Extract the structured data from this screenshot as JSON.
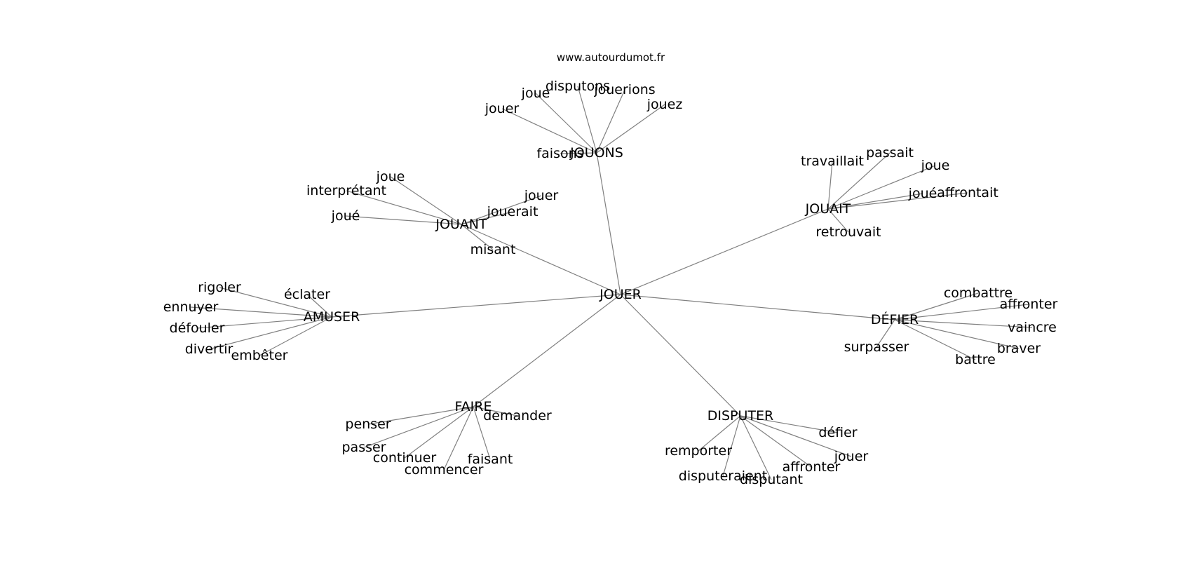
{
  "title": "www.autourdumot.fr",
  "graph": {
    "root": "JOUER",
    "nodes": [
      {
        "id": "jouer_root",
        "label": "JOUER",
        "level": 0
      },
      {
        "id": "jouons",
        "label": "JOUONS",
        "level": 1
      },
      {
        "id": "jouait",
        "label": "JOUAIT",
        "level": 1
      },
      {
        "id": "jouant",
        "label": "JOUANT",
        "level": 1
      },
      {
        "id": "amuser",
        "label": "AMUSER",
        "level": 1
      },
      {
        "id": "defier",
        "label": "DÉFIER",
        "level": 1
      },
      {
        "id": "faire",
        "label": "FAIRE",
        "level": 1
      },
      {
        "id": "disputer",
        "label": "DISPUTER",
        "level": 1
      },
      {
        "id": "jouons_faisons",
        "label": "faisons",
        "level": 2
      },
      {
        "id": "jouons_jouer",
        "label": "jouer",
        "level": 2
      },
      {
        "id": "jouons_joue",
        "label": "joue",
        "level": 2
      },
      {
        "id": "jouons_disputons",
        "label": "disputons",
        "level": 2
      },
      {
        "id": "jouons_jouerions",
        "label": "jouerions",
        "level": 2
      },
      {
        "id": "jouons_jouez",
        "label": "jouez",
        "level": 2
      },
      {
        "id": "jouait_travaillait",
        "label": "travaillait",
        "level": 2
      },
      {
        "id": "jouait_passait",
        "label": "passait",
        "level": 2
      },
      {
        "id": "jouait_joue",
        "label": "joue",
        "level": 2
      },
      {
        "id": "jouait_joua",
        "label": "joué",
        "level": 2
      },
      {
        "id": "jouait_affrontait",
        "label": "affrontait",
        "level": 2
      },
      {
        "id": "jouait_retrouvait",
        "label": "retrouvait",
        "level": 2
      },
      {
        "id": "jouant_joue",
        "label": "joue",
        "level": 2
      },
      {
        "id": "jouant_interpretant",
        "label": "interprétant",
        "level": 2
      },
      {
        "id": "jouant_joue2",
        "label": "joué",
        "level": 2
      },
      {
        "id": "jouant_jouer",
        "label": "jouer",
        "level": 2
      },
      {
        "id": "jouant_jouerait",
        "label": "jouerait",
        "level": 2
      },
      {
        "id": "jouant_misant",
        "label": "misant",
        "level": 2
      },
      {
        "id": "amuser_rigoler",
        "label": "rigoler",
        "level": 2
      },
      {
        "id": "amuser_eclater",
        "label": "éclater",
        "level": 2
      },
      {
        "id": "amuser_ennuyer",
        "label": "ennuyer",
        "level": 2
      },
      {
        "id": "amuser_defouler",
        "label": "défouler",
        "level": 2
      },
      {
        "id": "amuser_divertir",
        "label": "divertir",
        "level": 2
      },
      {
        "id": "amuser_embeter",
        "label": "embêter",
        "level": 2
      },
      {
        "id": "defier_combattre",
        "label": "combattre",
        "level": 2
      },
      {
        "id": "defier_affronter",
        "label": "affronter",
        "level": 2
      },
      {
        "id": "defier_vaincre",
        "label": "vaincre",
        "level": 2
      },
      {
        "id": "defier_braver",
        "label": "braver",
        "level": 2
      },
      {
        "id": "defier_battre",
        "label": "battre",
        "level": 2
      },
      {
        "id": "defier_surpasser",
        "label": "surpasser",
        "level": 2
      },
      {
        "id": "faire_penser",
        "label": "penser",
        "level": 2
      },
      {
        "id": "faire_demander",
        "label": "demander",
        "level": 2
      },
      {
        "id": "faire_passer",
        "label": "passer",
        "level": 2
      },
      {
        "id": "faire_continuer",
        "label": "continuer",
        "level": 2
      },
      {
        "id": "faire_commencer",
        "label": "commencer",
        "level": 2
      },
      {
        "id": "faire_faisant",
        "label": "faisant",
        "level": 2
      },
      {
        "id": "disputer_remporter",
        "label": "remporter",
        "level": 2
      },
      {
        "id": "disputer_disputeraient",
        "label": "disputeraient",
        "level": 2
      },
      {
        "id": "disputer_disputant",
        "label": "disputant",
        "level": 2
      },
      {
        "id": "disputer_affronter",
        "label": "affronter",
        "level": 2
      },
      {
        "id": "disputer_jouer",
        "label": "jouer",
        "level": 2
      },
      {
        "id": "disputer_defier",
        "label": "défier",
        "level": 2
      }
    ],
    "edges": [
      [
        "jouer_root",
        "jouons"
      ],
      [
        "jouer_root",
        "jouait"
      ],
      [
        "jouer_root",
        "jouant"
      ],
      [
        "jouer_root",
        "amuser"
      ],
      [
        "jouer_root",
        "defier"
      ],
      [
        "jouer_root",
        "faire"
      ],
      [
        "jouer_root",
        "disputer"
      ],
      [
        "jouons",
        "jouons_faisons"
      ],
      [
        "jouons",
        "jouons_jouer"
      ],
      [
        "jouons",
        "jouons_joue"
      ],
      [
        "jouons",
        "jouons_disputons"
      ],
      [
        "jouons",
        "jouons_jouerions"
      ],
      [
        "jouons",
        "jouons_jouez"
      ],
      [
        "jouait",
        "jouait_travaillait"
      ],
      [
        "jouait",
        "jouait_passait"
      ],
      [
        "jouait",
        "jouait_joue"
      ],
      [
        "jouait",
        "jouait_joua"
      ],
      [
        "jouait",
        "jouait_affrontait"
      ],
      [
        "jouait",
        "jouait_retrouvait"
      ],
      [
        "jouant",
        "jouant_joue"
      ],
      [
        "jouant",
        "jouant_interpretant"
      ],
      [
        "jouant",
        "jouant_joue2"
      ],
      [
        "jouant",
        "jouant_jouer"
      ],
      [
        "jouant",
        "jouant_jouerait"
      ],
      [
        "jouant",
        "jouant_misant"
      ],
      [
        "amuser",
        "amuser_rigoler"
      ],
      [
        "amuser",
        "amuser_eclater"
      ],
      [
        "amuser",
        "amuser_ennuyer"
      ],
      [
        "amuser",
        "amuser_defouler"
      ],
      [
        "amuser",
        "amuser_divertir"
      ],
      [
        "amuser",
        "amuser_embeter"
      ],
      [
        "defier",
        "defier_combattre"
      ],
      [
        "defier",
        "defier_affronter"
      ],
      [
        "defier",
        "defier_vaincre"
      ],
      [
        "defier",
        "defier_braver"
      ],
      [
        "defier",
        "defier_battre"
      ],
      [
        "defier",
        "defier_surpasser"
      ],
      [
        "faire",
        "faire_penser"
      ],
      [
        "faire",
        "faire_demander"
      ],
      [
        "faire",
        "faire_passer"
      ],
      [
        "faire",
        "faire_continuer"
      ],
      [
        "faire",
        "faire_commencer"
      ],
      [
        "faire",
        "faire_faisant"
      ],
      [
        "disputer",
        "disputer_remporter"
      ],
      [
        "disputer",
        "disputer_disputeraient"
      ],
      [
        "disputer",
        "disputer_disputant"
      ],
      [
        "disputer",
        "disputer_affronter"
      ],
      [
        "disputer",
        "disputer_jouer"
      ],
      [
        "disputer",
        "disputer_defier"
      ]
    ]
  }
}
